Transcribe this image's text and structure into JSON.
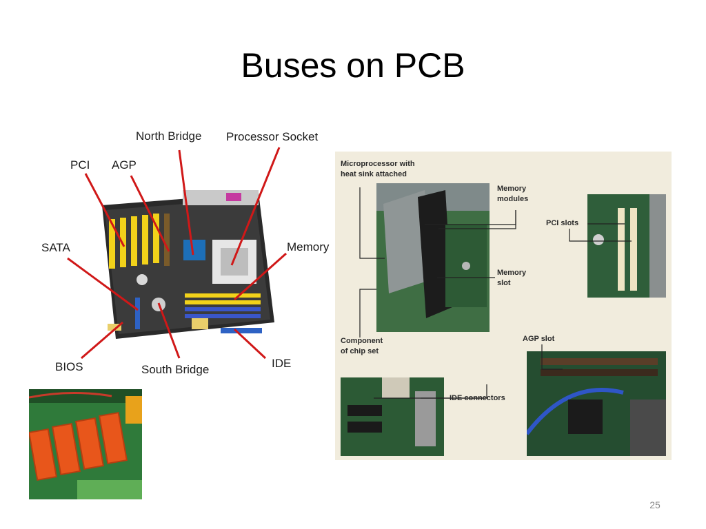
{
  "slide": {
    "title": "Buses on PCB",
    "page_number": "25"
  },
  "motherboard_labels": {
    "north_bridge": "North Bridge",
    "processor_socket": "Processor Socket",
    "pci": "PCI",
    "agp": "AGP",
    "sata": "SATA",
    "memory": "Memory",
    "bios": "BIOS",
    "south_bridge": "South Bridge",
    "ide": "IDE"
  },
  "panel_labels": {
    "microprocessor_line1": "Microprocessor with",
    "microprocessor_line2": "heat sink attached",
    "memory_modules_line1": "Memory",
    "memory_modules_line2": "modules",
    "memory_slot_line1": "Memory",
    "memory_slot_line2": "slot",
    "pci_slots": "PCI slots",
    "component_line1": "Component",
    "component_line2": "of chip set",
    "agp_slot": "AGP slot",
    "ide_connectors": "IDE connectors"
  },
  "colors": {
    "label_line": "#d01818",
    "panel_bg": "#f1ecdd",
    "pcb_green": "#2f6b35",
    "sata_orange": "#e8561b"
  }
}
